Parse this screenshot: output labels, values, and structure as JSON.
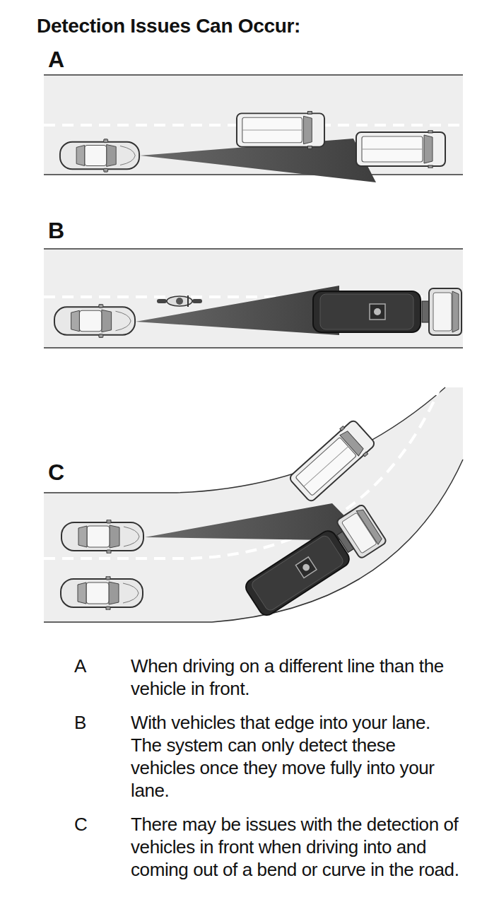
{
  "diagram": {
    "title": "Detection Issues Can Occur:",
    "labels": [
      "A",
      "B",
      "C",
      "A",
      "When driving on a different line than the vehicle in front.",
      "B",
      "With vehicles that edge into your lane. The system can only detect these vehicles once they move fully into your lane.",
      "C",
      "There may be issues with the detection of vehicles in front when driving into and coming out of a bend or curve in the road."
    ]
  }
}
